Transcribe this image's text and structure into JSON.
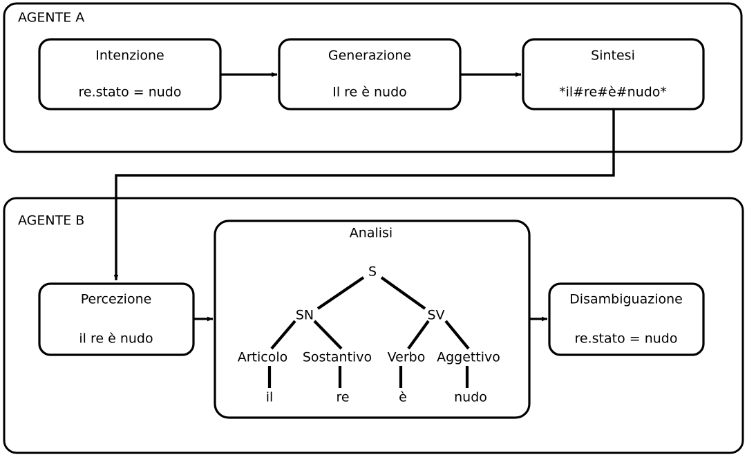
{
  "diagram": {
    "title_visible": false,
    "stroke_color": "#000000",
    "background_color": "#ffffff",
    "agents": [
      {
        "id": "agent-a",
        "label": "AGENTE A",
        "boxes": [
          {
            "id": "intenzione",
            "title": "Intenzione",
            "subtitle": "re.stato = nudo"
          },
          {
            "id": "generazione",
            "title": "Generazione",
            "subtitle": "Il re è nudo"
          },
          {
            "id": "sintesi",
            "title": "Sintesi",
            "subtitle": "*il#re#è#nudo*"
          }
        ]
      },
      {
        "id": "agent-b",
        "label": "AGENTE B",
        "boxes": [
          {
            "id": "percezione",
            "title": "Percezione",
            "subtitle": "il re è nudo"
          },
          {
            "id": "disambiguazione",
            "title": "Disambiguazione",
            "subtitle": "re.stato = nudo"
          }
        ],
        "group": {
          "id": "analisi",
          "title": "Analisi",
          "tree": {
            "root": "S",
            "phrases": [
              "SN",
              "SV"
            ],
            "pos_tags": [
              "Articolo",
              "Sostantivo",
              "Verbo",
              "Aggettivo"
            ],
            "words": [
              "il",
              "re",
              "è",
              "nudo"
            ]
          }
        }
      }
    ],
    "arrows": [
      {
        "id": "intenzione-to-generazione",
        "from": "intenzione",
        "to": "generazione"
      },
      {
        "id": "generazione-to-sintesi",
        "from": "generazione",
        "to": "sintesi"
      },
      {
        "id": "sintesi-to-percezione",
        "from": "sintesi",
        "to": "percezione"
      },
      {
        "id": "percezione-to-analisi",
        "from": "percezione",
        "to": "analisi"
      },
      {
        "id": "analisi-to-disambiguazione",
        "from": "analisi",
        "to": "disambiguazione"
      }
    ]
  }
}
